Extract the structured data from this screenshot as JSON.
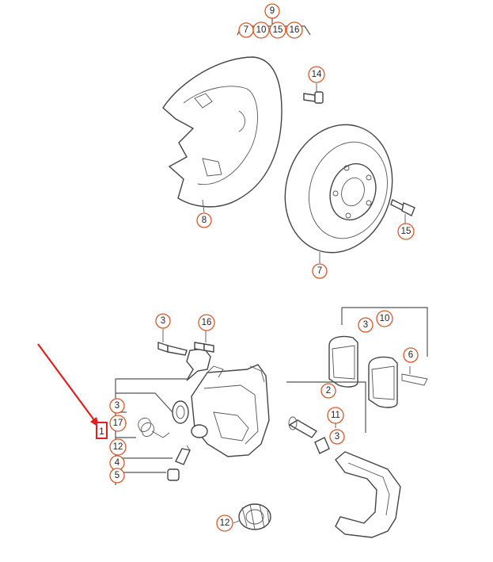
{
  "callouts": {
    "c9": "9",
    "c7top": "7",
    "c10top": "10",
    "c15top": "15",
    "c16top": "16",
    "c14": "14",
    "c8": "8",
    "c15": "15",
    "c7": "7",
    "c3a": "3",
    "c16": "16",
    "c3b": "3",
    "c10": "10",
    "c6": "6",
    "c2": "2",
    "c11": "11",
    "c3c": "3",
    "c3d": "3",
    "c17": "17",
    "c12a": "12",
    "c4": "4",
    "c5": "5",
    "c12b": "12",
    "highlight1": "1"
  },
  "colors": {
    "callout_ring": "#d9572a",
    "highlight": "#e02020",
    "line": "#555555"
  }
}
